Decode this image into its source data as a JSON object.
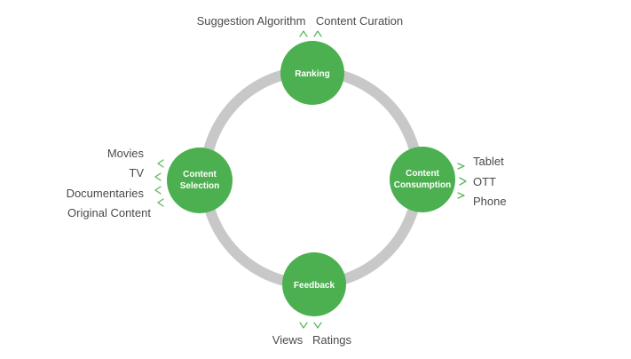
{
  "nodes": {
    "ranking": {
      "lines": [
        "Ranking"
      ]
    },
    "content_selection": {
      "lines": [
        "Content",
        "Selection"
      ]
    },
    "content_consumption": {
      "lines": [
        "Content",
        "Consumption"
      ]
    },
    "feedback": {
      "lines": [
        "Feedback"
      ]
    }
  },
  "labels": {
    "ranking": [
      "Suggestion Algorithm",
      "Content Curation"
    ],
    "content_selection": [
      "Movies",
      "TV",
      "Documentaries",
      "Original Content"
    ],
    "content_consumption": [
      "Tablet",
      "OTT",
      "Phone"
    ],
    "feedback": [
      "Views",
      "Ratings"
    ]
  },
  "colors": {
    "node_fill": "#4cb050",
    "ring": "#c8c8c8",
    "chevron": "#5cb85c",
    "label_text": "#4a4a4a"
  }
}
